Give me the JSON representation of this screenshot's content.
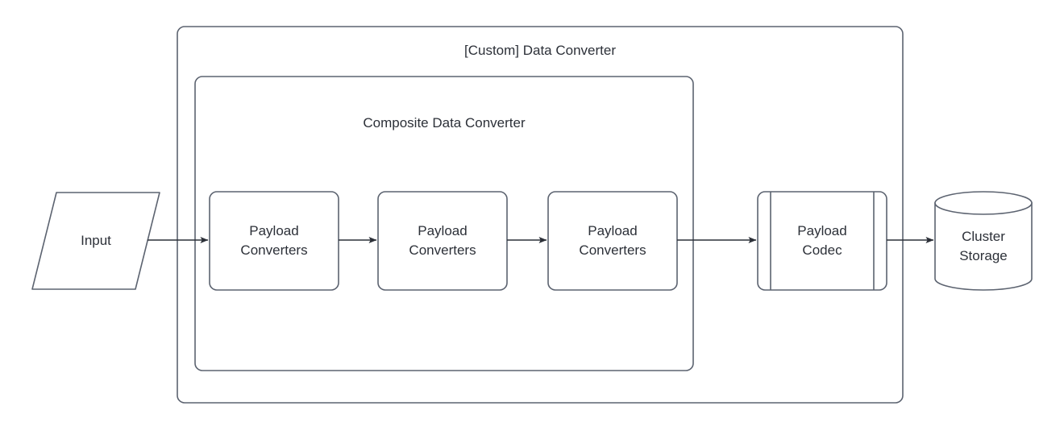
{
  "diagram": {
    "type": "flow-diagram",
    "background_color": "#ffffff",
    "stroke_color": "#5c6370",
    "text_color": "#2c3038",
    "fill_color": "#ffffff",
    "containers": [
      {
        "id": "custom-data-converter",
        "title": "[Custom] Data Converter",
        "shape": "rounded-rectangle"
      },
      {
        "id": "composite-data-converter",
        "title": "Composite Data Converter",
        "shape": "rounded-rectangle"
      }
    ],
    "nodes": [
      {
        "id": "input",
        "label": "Input",
        "shape": "parallelogram"
      },
      {
        "id": "payload-converters-1",
        "label": "Payload\nConverters",
        "shape": "rounded-rectangle"
      },
      {
        "id": "payload-converters-2",
        "label": "Payload\nConverters",
        "shape": "rounded-rectangle"
      },
      {
        "id": "payload-converters-3",
        "label": "Payload\nConverters",
        "shape": "rounded-rectangle"
      },
      {
        "id": "payload-codec",
        "label": "Payload\nCodec",
        "shape": "process"
      },
      {
        "id": "cluster-storage",
        "label": "Cluster\nStorage",
        "shape": "cylinder"
      }
    ],
    "edges": [
      {
        "from": "input",
        "to": "payload-converters-1",
        "arrow": "single"
      },
      {
        "from": "payload-converters-1",
        "to": "payload-converters-2",
        "arrow": "single"
      },
      {
        "from": "payload-converters-2",
        "to": "payload-converters-3",
        "arrow": "single"
      },
      {
        "from": "payload-converters-3",
        "to": "payload-codec",
        "arrow": "single"
      },
      {
        "from": "payload-codec",
        "to": "cluster-storage",
        "arrow": "single"
      }
    ]
  }
}
